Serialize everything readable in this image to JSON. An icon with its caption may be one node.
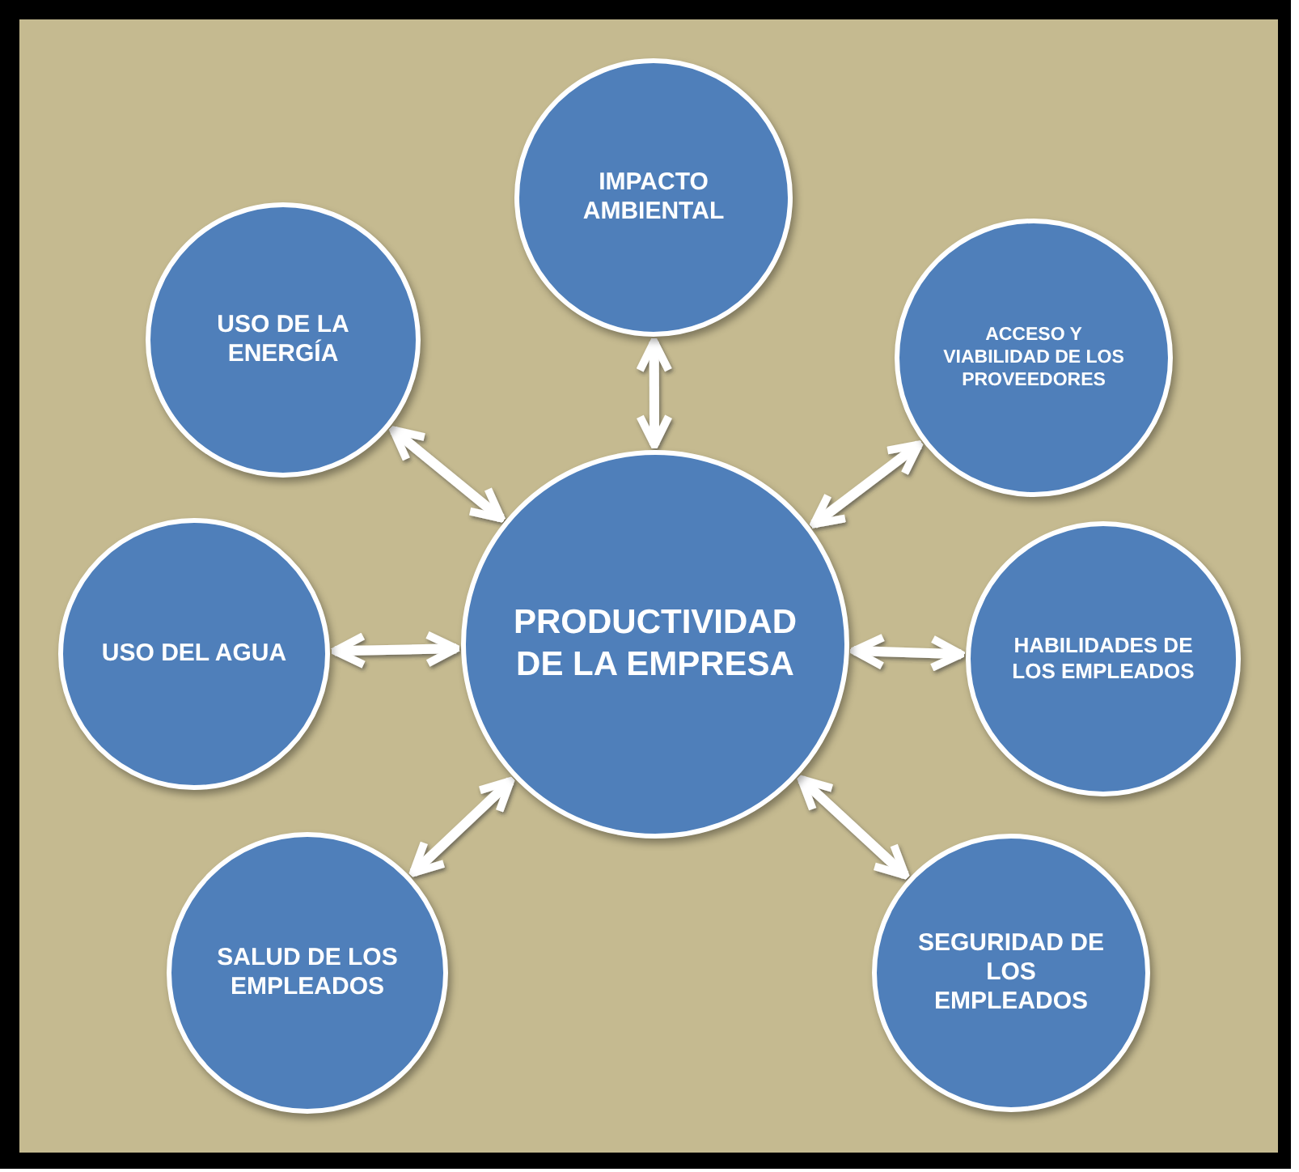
{
  "diagram": {
    "nodes": [
      {
        "text": [
          "IMPACTO AMBIENTAL"
        ]
      },
      {
        "text": [
          "USO DE LA ENERGÍA"
        ]
      },
      {
        "text": [
          "ACCESO Y VIABILIDAD DE LOS PROVEEDORES"
        ]
      },
      {
        "text": [
          "USO DEL AGUA"
        ]
      },
      {
        "text": [
          "PRODUCTIVIDAD DE LA EMPRESA"
        ]
      },
      {
        "text": [
          "HABILIDADES DE LOS EMPLEADOS"
        ]
      },
      {
        "text": [
          "SALUD DE LOS EMPLEADOS"
        ]
      },
      {
        "text": [
          "SEGURIDAD DE LOS EMPLEADOS"
        ]
      }
    ],
    "edges": [
      {
        "from": 4,
        "to": 0,
        "arrow": "both"
      },
      {
        "from": 4,
        "to": 1,
        "arrow": "both"
      },
      {
        "from": 4,
        "to": 2,
        "arrow": "both"
      },
      {
        "from": 4,
        "to": 3,
        "arrow": "both"
      },
      {
        "from": 4,
        "to": 5,
        "arrow": "both"
      },
      {
        "from": 4,
        "to": 6,
        "arrow": "both"
      },
      {
        "from": 4,
        "to": 7,
        "arrow": "both"
      }
    ]
  }
}
